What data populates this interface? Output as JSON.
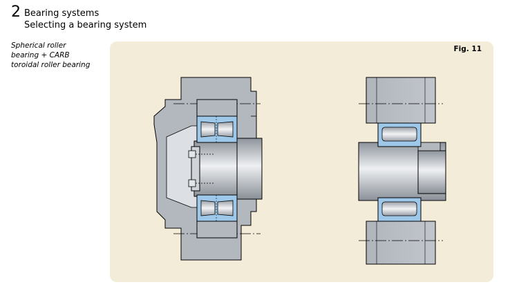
{
  "header": {
    "chapter_number": "2",
    "title": "Bearing systems",
    "subtitle": "Selecting a bearing system"
  },
  "figure": {
    "caption_lines": [
      "Spherical roller",
      "bearing + CARB",
      "toroidal roller bearing"
    ],
    "label": "Fig. 11"
  },
  "colors": {
    "panel_background": "#f3ecd9",
    "housing_grey": "#b3b8bf",
    "bearing_blue": "#9ec8ea",
    "shaft_metal": "#c4c8ce"
  }
}
